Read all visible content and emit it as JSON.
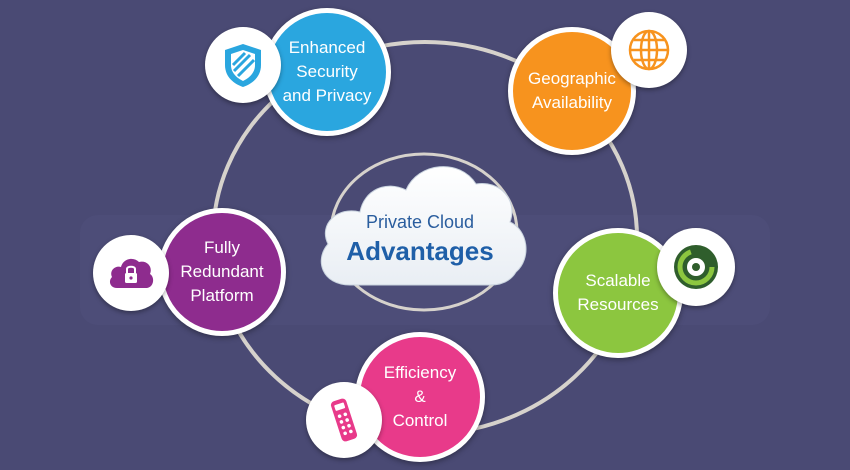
{
  "center": {
    "line1": "Private Cloud",
    "line2": "Advantages"
  },
  "nodes": [
    {
      "key": "security",
      "lines": [
        "Enhanced",
        "Security",
        "and Privacy"
      ],
      "color": "#2aa6df",
      "icon": "shield-icon"
    },
    {
      "key": "geographic",
      "lines": [
        "Geographic",
        "Availability"
      ],
      "color": "#f7931e",
      "icon": "globe-icon"
    },
    {
      "key": "scalable",
      "lines": [
        "Scalable",
        "Resources"
      ],
      "color": "#8cc63f",
      "icon": "scaling-dial-icon"
    },
    {
      "key": "efficiency",
      "lines": [
        "Efficiency",
        "&",
        "Control"
      ],
      "color": "#e83a8a",
      "icon": "remote-control-icon"
    },
    {
      "key": "redundant",
      "lines": [
        "Fully",
        "Redundant",
        "Platform"
      ],
      "color": "#8e2c8e",
      "icon": "cloud-lock-icon"
    }
  ],
  "colors": {
    "background": "#4a4a74",
    "ring": "#d6d2cc",
    "cloud_text": "#1f5fa8"
  }
}
